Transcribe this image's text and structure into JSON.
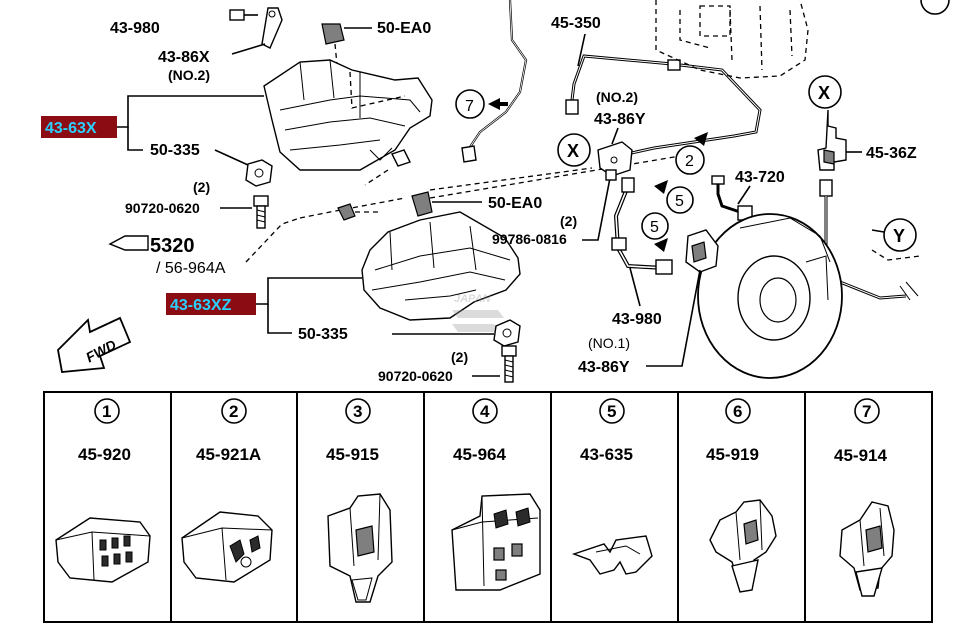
{
  "callouts": {
    "c_43_980_top": "43-980",
    "c_43_86x": "43-86X",
    "c_no2_left": "(NO.2)",
    "c_50_ea0_top": "50-EA0",
    "c_45_350": "45-350",
    "c_no2_right": "(NO.2)",
    "c_43_86y_top": "43-86Y",
    "c_43_63x": "43-63X",
    "c_50_335_top": "50-335",
    "c_qty_2_a": "(2)",
    "c_90720_a": "90720-0620",
    "c_50_ea0_mid": "50-EA0",
    "c_qty_2_b": "(2)",
    "c_99786": "99786-0816",
    "c_5320": "5320",
    "c_56_964a": "/ 56-964A",
    "c_43_720": "43-720",
    "c_45_36z": "45-36Z",
    "c_43_63xz": "43-63XZ",
    "c_50_335_bot": "50-335",
    "c_43_980_bot": "43-980",
    "c_no1": "(NO.1)",
    "c_qty_2_c": "(2)",
    "c_90720_b": "90720-0620",
    "c_43_86y_bot": "43-86Y",
    "fwd": "FWD",
    "x_top": "X",
    "x_left": "X",
    "y_right": "Y",
    "n7": "7",
    "n2": "2",
    "n5a": "5",
    "n5b": "5"
  },
  "highlight_color": "#8b0c12",
  "highlight_text_color": "#2ad0ff",
  "watermark": "JAPAN",
  "parts_table": [
    {
      "num": "1",
      "part": "45-920"
    },
    {
      "num": "2",
      "part": "45-921A"
    },
    {
      "num": "3",
      "part": "45-915"
    },
    {
      "num": "4",
      "part": "45-964"
    },
    {
      "num": "5",
      "part": "43-635"
    },
    {
      "num": "6",
      "part": "45-919"
    },
    {
      "num": "7",
      "part": "45-914"
    }
  ]
}
